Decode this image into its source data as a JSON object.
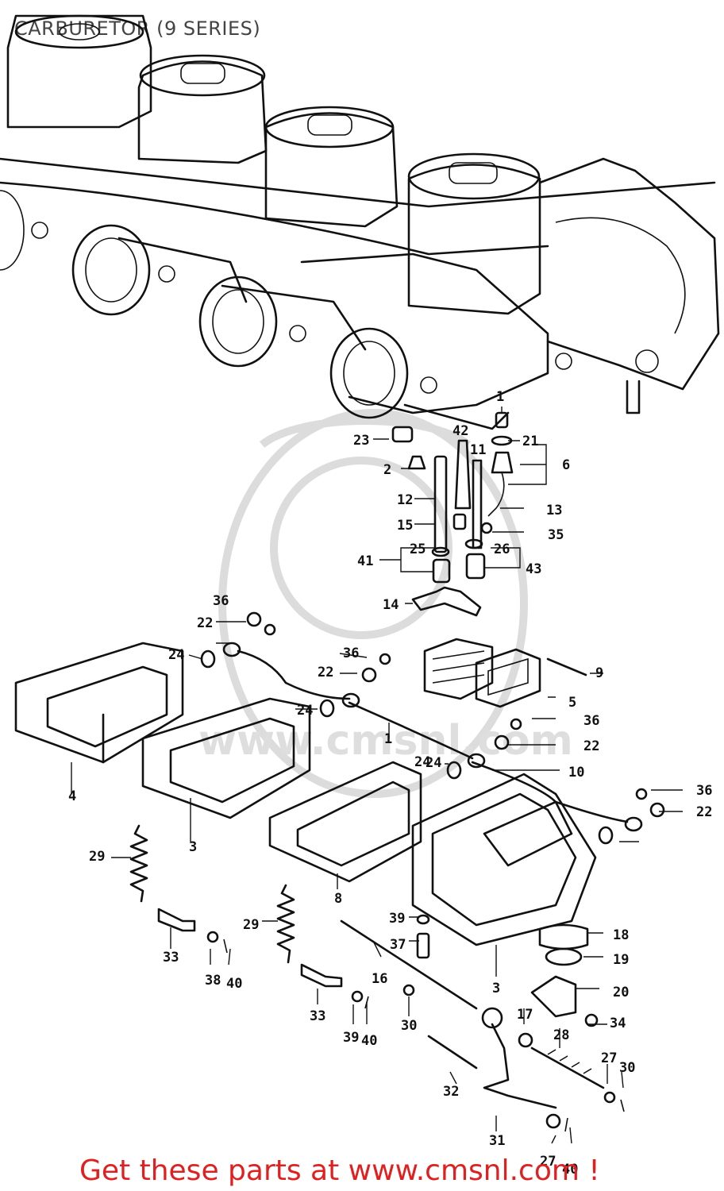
{
  "title": "CARBURETOR (9 SERIES)",
  "footer": "Get these parts at www.cmsnl.com !",
  "watermark": "www.cmsnl.com",
  "colors": {
    "footer": "#e02020",
    "title": "#444444",
    "lines": "#111111",
    "watermark": "#dcdcdc"
  },
  "callouts": [
    {
      "label": "1"
    },
    {
      "label": "23"
    },
    {
      "label": "42"
    },
    {
      "label": "21"
    },
    {
      "label": "2"
    },
    {
      "label": "11"
    },
    {
      "label": "6"
    },
    {
      "label": "12"
    },
    {
      "label": "13"
    },
    {
      "label": "15"
    },
    {
      "label": "35"
    },
    {
      "label": "41"
    },
    {
      "label": "25"
    },
    {
      "label": "26"
    },
    {
      "label": "43"
    },
    {
      "label": "14"
    },
    {
      "label": "36"
    },
    {
      "label": "22"
    },
    {
      "label": "24"
    },
    {
      "label": "36"
    },
    {
      "label": "22"
    },
    {
      "label": "9"
    },
    {
      "label": "24"
    },
    {
      "label": "5"
    },
    {
      "label": "36"
    },
    {
      "label": "22"
    },
    {
      "label": "4"
    },
    {
      "label": "24"
    },
    {
      "label": "10"
    },
    {
      "label": "36"
    },
    {
      "label": "22"
    },
    {
      "label": "3"
    },
    {
      "label": "24"
    },
    {
      "label": "29"
    },
    {
      "label": "8"
    },
    {
      "label": "29"
    },
    {
      "label": "39"
    },
    {
      "label": "18"
    },
    {
      "label": "37"
    },
    {
      "label": "19"
    },
    {
      "label": "33"
    },
    {
      "label": "38"
    },
    {
      "label": "40"
    },
    {
      "label": "16"
    },
    {
      "label": "3"
    },
    {
      "label": "20"
    },
    {
      "label": "33"
    },
    {
      "label": "39"
    },
    {
      "label": "40"
    },
    {
      "label": "30"
    },
    {
      "label": "17"
    },
    {
      "label": "34"
    },
    {
      "label": "28"
    },
    {
      "label": "27"
    },
    {
      "label": "30"
    },
    {
      "label": "32"
    },
    {
      "label": "31"
    },
    {
      "label": "27"
    },
    {
      "label": "40"
    },
    {
      "label": "1"
    }
  ]
}
